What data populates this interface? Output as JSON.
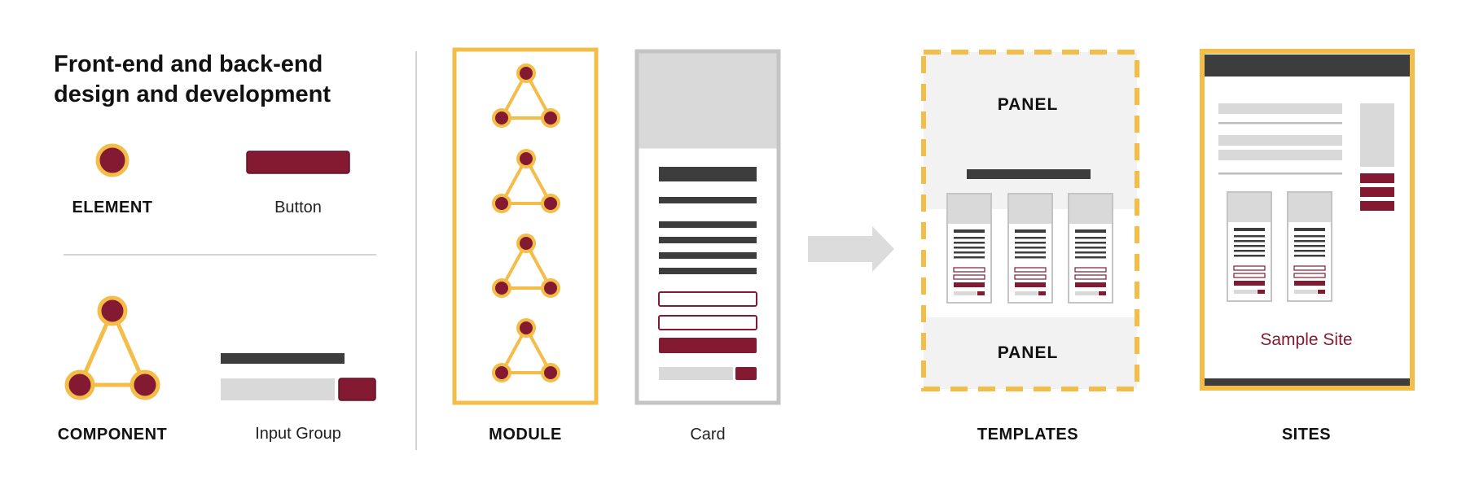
{
  "title": {
    "line1": "Front-end and back-end",
    "line2": "design and development"
  },
  "labels": {
    "element": "ELEMENT",
    "button": "Button",
    "component": "COMPONENT",
    "input_group": "Input Group",
    "module": "MODULE",
    "card": "Card",
    "templates": "TEMPLATES",
    "sites": "SITES"
  },
  "templates": {
    "panel_top": "PANEL",
    "panel_bottom": "PANEL"
  },
  "site": {
    "label": "Sample Site"
  },
  "colors": {
    "gold": "#f3bd48",
    "maroon": "#841a32",
    "dark": "#3d3d3d",
    "light_gray": "#d9d9d9",
    "panel_gray": "#f2f2f2",
    "border_gray": "#c4c4c4",
    "arrow_gray": "#dcdcdc"
  },
  "icons": {
    "arrow": "right-arrow-icon",
    "node": "node-dot-icon"
  }
}
